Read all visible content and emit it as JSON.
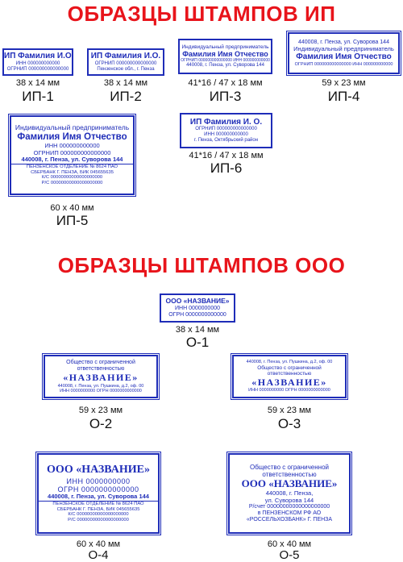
{
  "heading_ip": "ОБРАЗЦЫ ШТАМПОВ ИП",
  "heading_ooo": "ОБРАЗЦЫ ШТАМПОВ ООО",
  "ip1": {
    "lines": [
      "ИП Фамилия И.О.",
      "ИНН 000000000000",
      "ОГРНИП 000000000000000"
    ],
    "size": "38 х 14 мм",
    "code": "ИП-1"
  },
  "ip2": {
    "lines": [
      "ИП Фамилия И.О.",
      "ОГРНИП 000000000000000",
      "Пензенское обл., г. Пенза"
    ],
    "size": "38 х 14 мм",
    "code": "ИП-2"
  },
  "ip3": {
    "lines": [
      "Индивидуальный предприниматель",
      "Фамилия Имя Отчество",
      "ОГРНИП 000000000000000 ИНН 000000000000",
      "440008, г. Пенза, ул. Суворова 144"
    ],
    "size": "41*16 / 47 х 18 мм",
    "code": "ИП-3"
  },
  "ip4": {
    "lines": [
      "440008, г. Пенза, ул. Суворова 144",
      "Индивидуальный предприниматель",
      "Фамилия Имя Отчество",
      "ОГРНИП 000000000000000 ИНН 000000000000"
    ],
    "size": "59 х 23 мм",
    "code": "ИП-4"
  },
  "ip5": {
    "lines": [
      "Индивидуальный предприниматель",
      "Фамилия Имя Отчество",
      "ИНН 000000000000",
      "ОГРНИП 000000000000000",
      "440008, г. Пенза, ул. Суворова 144",
      "ПЕНЗЕНСКОЕ ОТДЕЛЕНИЕ № 8624 ПАО",
      "СБЕРБАНК Г. ПЕНЗА, БИК 045655635",
      "К/С 00000000000000000000",
      "Р/С 00000000000000000000"
    ],
    "size": "60 х 40 мм",
    "code": "ИП-5"
  },
  "ip6": {
    "lines": [
      "ИП Фамилия И. О.",
      "ОГРНИП 000000000000000",
      "ИНН 000000000000",
      "г. Пенза, Октябрьский район"
    ],
    "size": "41*16 / 47 х 18 мм",
    "code": "ИП-6"
  },
  "o1": {
    "lines": [
      "ООО «НАЗВАНИЕ»",
      "ИНН 0000000000",
      "ОГРН 0000000000000"
    ],
    "size": "38 х 14 мм",
    "code": "О-1"
  },
  "o2": {
    "lines": [
      "Общество с ограниченной",
      "ответственностью",
      "«НАЗВАНИЕ»",
      "440008, г. Пенза, ул. Пушкина, д.2, оф. 00",
      "ИНН 0000000000 ОГРН 0000000000000"
    ],
    "size": "59 х 23 мм",
    "code": "О-2"
  },
  "o3": {
    "lines": [
      "440008, г. Пенза, ул. Пушкина, д.2, оф. 00",
      "Общество с ограниченной",
      "ответственностью",
      "«НАЗВАНИЕ»",
      "ИНН 0000000000 ОГРН 0000000000000"
    ],
    "size": "59 х 23 мм",
    "code": "О-3"
  },
  "o4": {
    "lines": [
      "ООО «НАЗВАНИЕ»",
      "ИНН 0000000000",
      "ОГРН 0000000000000",
      "440008, г. Пенза, ул. Суворова 144",
      "ПЕНЗЕНСКОЕ ОТДЕЛЕНИЕ № 8624 ПАО",
      "СБЕРБАНК Г. ПЕНЗА, БИК 045655635",
      "К/С 00000000000000000000",
      "Р/С 00000000000000000000"
    ],
    "size": "60 х 40 мм",
    "code": "О-4"
  },
  "o5": {
    "lines": [
      "Общество с ограниченной",
      "ответственностью",
      "ООО «НАЗВАНИЕ»",
      "440008, г. Пенза,",
      "ул. Суворова 144",
      "Р/счет 00000000000000000000",
      "в ПЕНЗЕНСКОМ РФ АО",
      "«РОССЕЛЬХОЗБАНК» Г. ПЕНЗА"
    ],
    "size": "60 х 40 мм",
    "code": "О-5"
  }
}
